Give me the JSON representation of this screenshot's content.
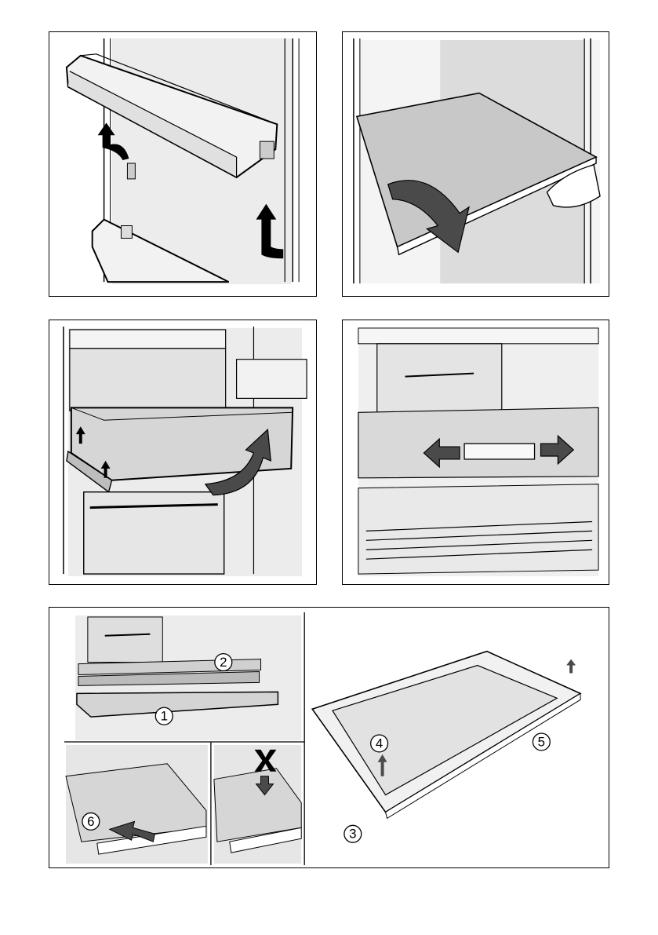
{
  "page": {
    "background": "#ffffff"
  },
  "colors": {
    "line": "#000000",
    "light_gray": "#e6e6e6",
    "mid_gray": "#cfcfcf",
    "dark_gray": "#4a4a4a"
  },
  "panels": [
    {
      "id": "door-shelf-removal",
      "icons": [
        "up-arrow-icon",
        "up-arrow-icon"
      ]
    },
    {
      "id": "glass-shelf-removal",
      "icons": [
        "curved-down-arrow-icon"
      ]
    },
    {
      "id": "drawer-removal",
      "icons": [
        "curved-up-arrow-icon",
        "up-arrow-icon",
        "up-arrow-icon"
      ]
    },
    {
      "id": "slider-adjustment",
      "icons": [
        "left-arrow-icon",
        "right-arrow-icon"
      ]
    },
    {
      "id": "shelf-disassembly",
      "icons": [
        "cross-icon",
        "down-arrow-icon",
        "insert-arrow-icon"
      ]
    }
  ],
  "step_labels": {
    "s1": "1",
    "s2": "2",
    "s3": "3",
    "s4": "4",
    "s5": "5",
    "s6": "6"
  }
}
